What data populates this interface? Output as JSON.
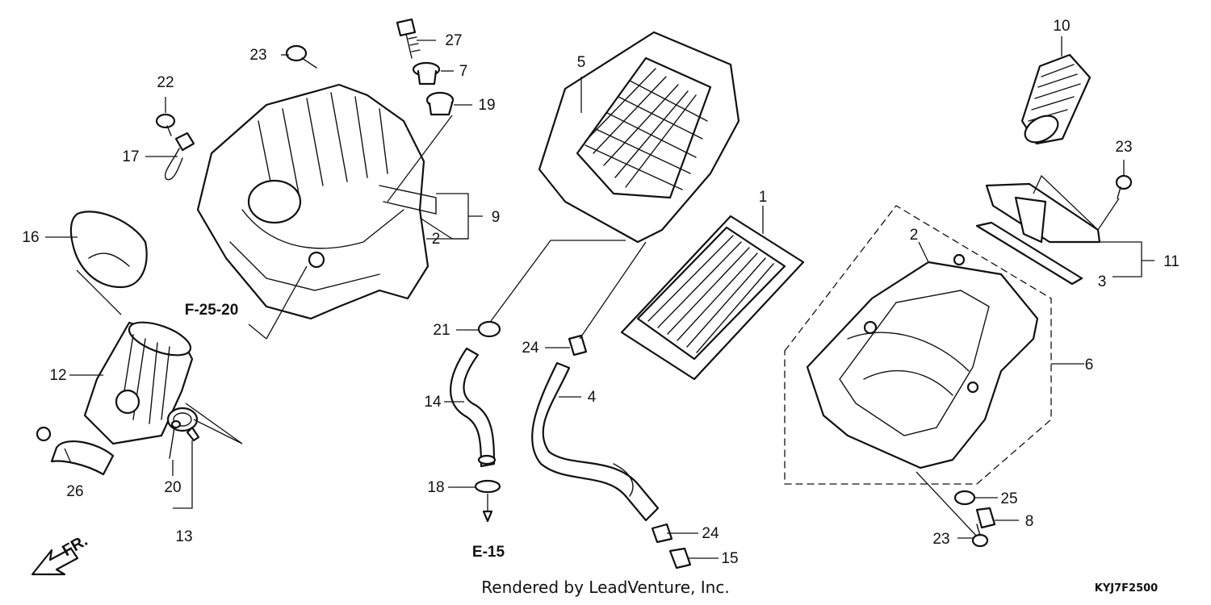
{
  "diagram": {
    "callouts": [
      {
        "id": "c1",
        "label": "1"
      },
      {
        "id": "c2a",
        "label": "2"
      },
      {
        "id": "c2b",
        "label": "2"
      },
      {
        "id": "c3",
        "label": "3"
      },
      {
        "id": "c4",
        "label": "4"
      },
      {
        "id": "c5",
        "label": "5"
      },
      {
        "id": "c6",
        "label": "6"
      },
      {
        "id": "c7",
        "label": "7"
      },
      {
        "id": "c8",
        "label": "8"
      },
      {
        "id": "c9",
        "label": "9"
      },
      {
        "id": "c10",
        "label": "10"
      },
      {
        "id": "c11",
        "label": "11"
      },
      {
        "id": "c12",
        "label": "12"
      },
      {
        "id": "c13",
        "label": "13"
      },
      {
        "id": "c14",
        "label": "14"
      },
      {
        "id": "c15",
        "label": "15"
      },
      {
        "id": "c16",
        "label": "16"
      },
      {
        "id": "c17",
        "label": "17"
      },
      {
        "id": "c18",
        "label": "18"
      },
      {
        "id": "c19",
        "label": "19"
      },
      {
        "id": "c20",
        "label": "20"
      },
      {
        "id": "c21",
        "label": "21"
      },
      {
        "id": "c22",
        "label": "22"
      },
      {
        "id": "c23a",
        "label": "23"
      },
      {
        "id": "c23b",
        "label": "23"
      },
      {
        "id": "c23c",
        "label": "23"
      },
      {
        "id": "c24a",
        "label": "24"
      },
      {
        "id": "c24b",
        "label": "24"
      },
      {
        "id": "c25",
        "label": "25"
      },
      {
        "id": "c26",
        "label": "26"
      },
      {
        "id": "c27",
        "label": "27"
      }
    ],
    "references": {
      "section_ref_1": "F-25-20",
      "section_ref_2": "E-15"
    },
    "front_marker": "FR.",
    "credit": "Rendered by LeadVenture, Inc.",
    "diagram_code": "KYJ7F2500",
    "colors": {
      "ink": "#111111",
      "paper": "#ffffff"
    }
  }
}
